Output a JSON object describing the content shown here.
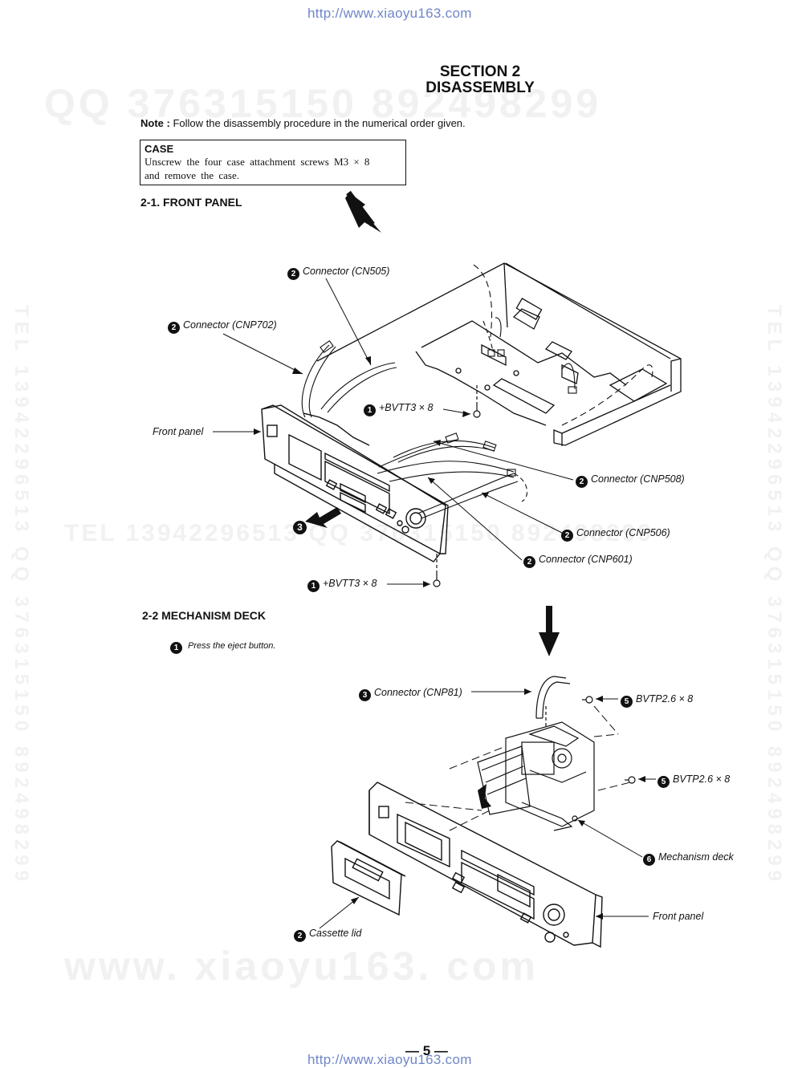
{
  "header_url": "http://www.xiaoyu163.com",
  "footer_url": "http://www.xiaoyu163.com",
  "watermarks": {
    "qq_line": "QQ 376315150   892498299",
    "tel_line": "TEL  13942296513     QQ 376315150   892498299",
    "side_text": "TEL 13942296513 QQ 376315150 892498299",
    "bottom_line": "www. xiaoyu163. com"
  },
  "section": {
    "line1": "SECTION 2",
    "line2": "DISASSEMBLY"
  },
  "note": {
    "label": "Note :",
    "text": "Follow the disassembly procedure in the numerical order given."
  },
  "case": {
    "heading": "CASE",
    "line1": "Unscrew the four case attachment screws M3 × 8",
    "line2": "and remove the case."
  },
  "front_panel_section": {
    "heading": "2-1.  FRONT PANEL",
    "labels": {
      "cn505": {
        "num": "2",
        "text": "Connector (CN505)"
      },
      "cnp702": {
        "num": "2",
        "text": "Connector (CNP702)"
      },
      "screw_top": {
        "num": "1",
        "text": "+BVTT3 × 8"
      },
      "front_panel": {
        "text": "Front panel"
      },
      "cnp508": {
        "num": "2",
        "text": "Connector (CNP508)"
      },
      "cnp506": {
        "num": "2",
        "text": "Connector (CNP506)"
      },
      "cnp601": {
        "num": "2",
        "text": "Connector (CNP601)"
      },
      "step3": {
        "num": "3"
      },
      "screw_bottom": {
        "num": "1",
        "text": "+BVTT3 × 8"
      }
    }
  },
  "mechanism_section": {
    "heading": "2-2  MECHANISM DECK",
    "step1": {
      "num": "1",
      "text": "Press the eject button."
    },
    "labels": {
      "cnp81": {
        "num": "3",
        "text": "Connector (CNP81)"
      },
      "bvtp_top": {
        "num": "5",
        "text": "BVTP2.6 × 8"
      },
      "bvtp_mid": {
        "num": "5",
        "text": "BVTP2.6 × 8"
      },
      "mech_deck": {
        "num": "6",
        "text": "Mechanism deck"
      },
      "front_panel": {
        "text": "Front panel"
      },
      "cassette_lid": {
        "num": "2",
        "text": "Cassette lid"
      }
    }
  },
  "page_number": "— 5 —"
}
